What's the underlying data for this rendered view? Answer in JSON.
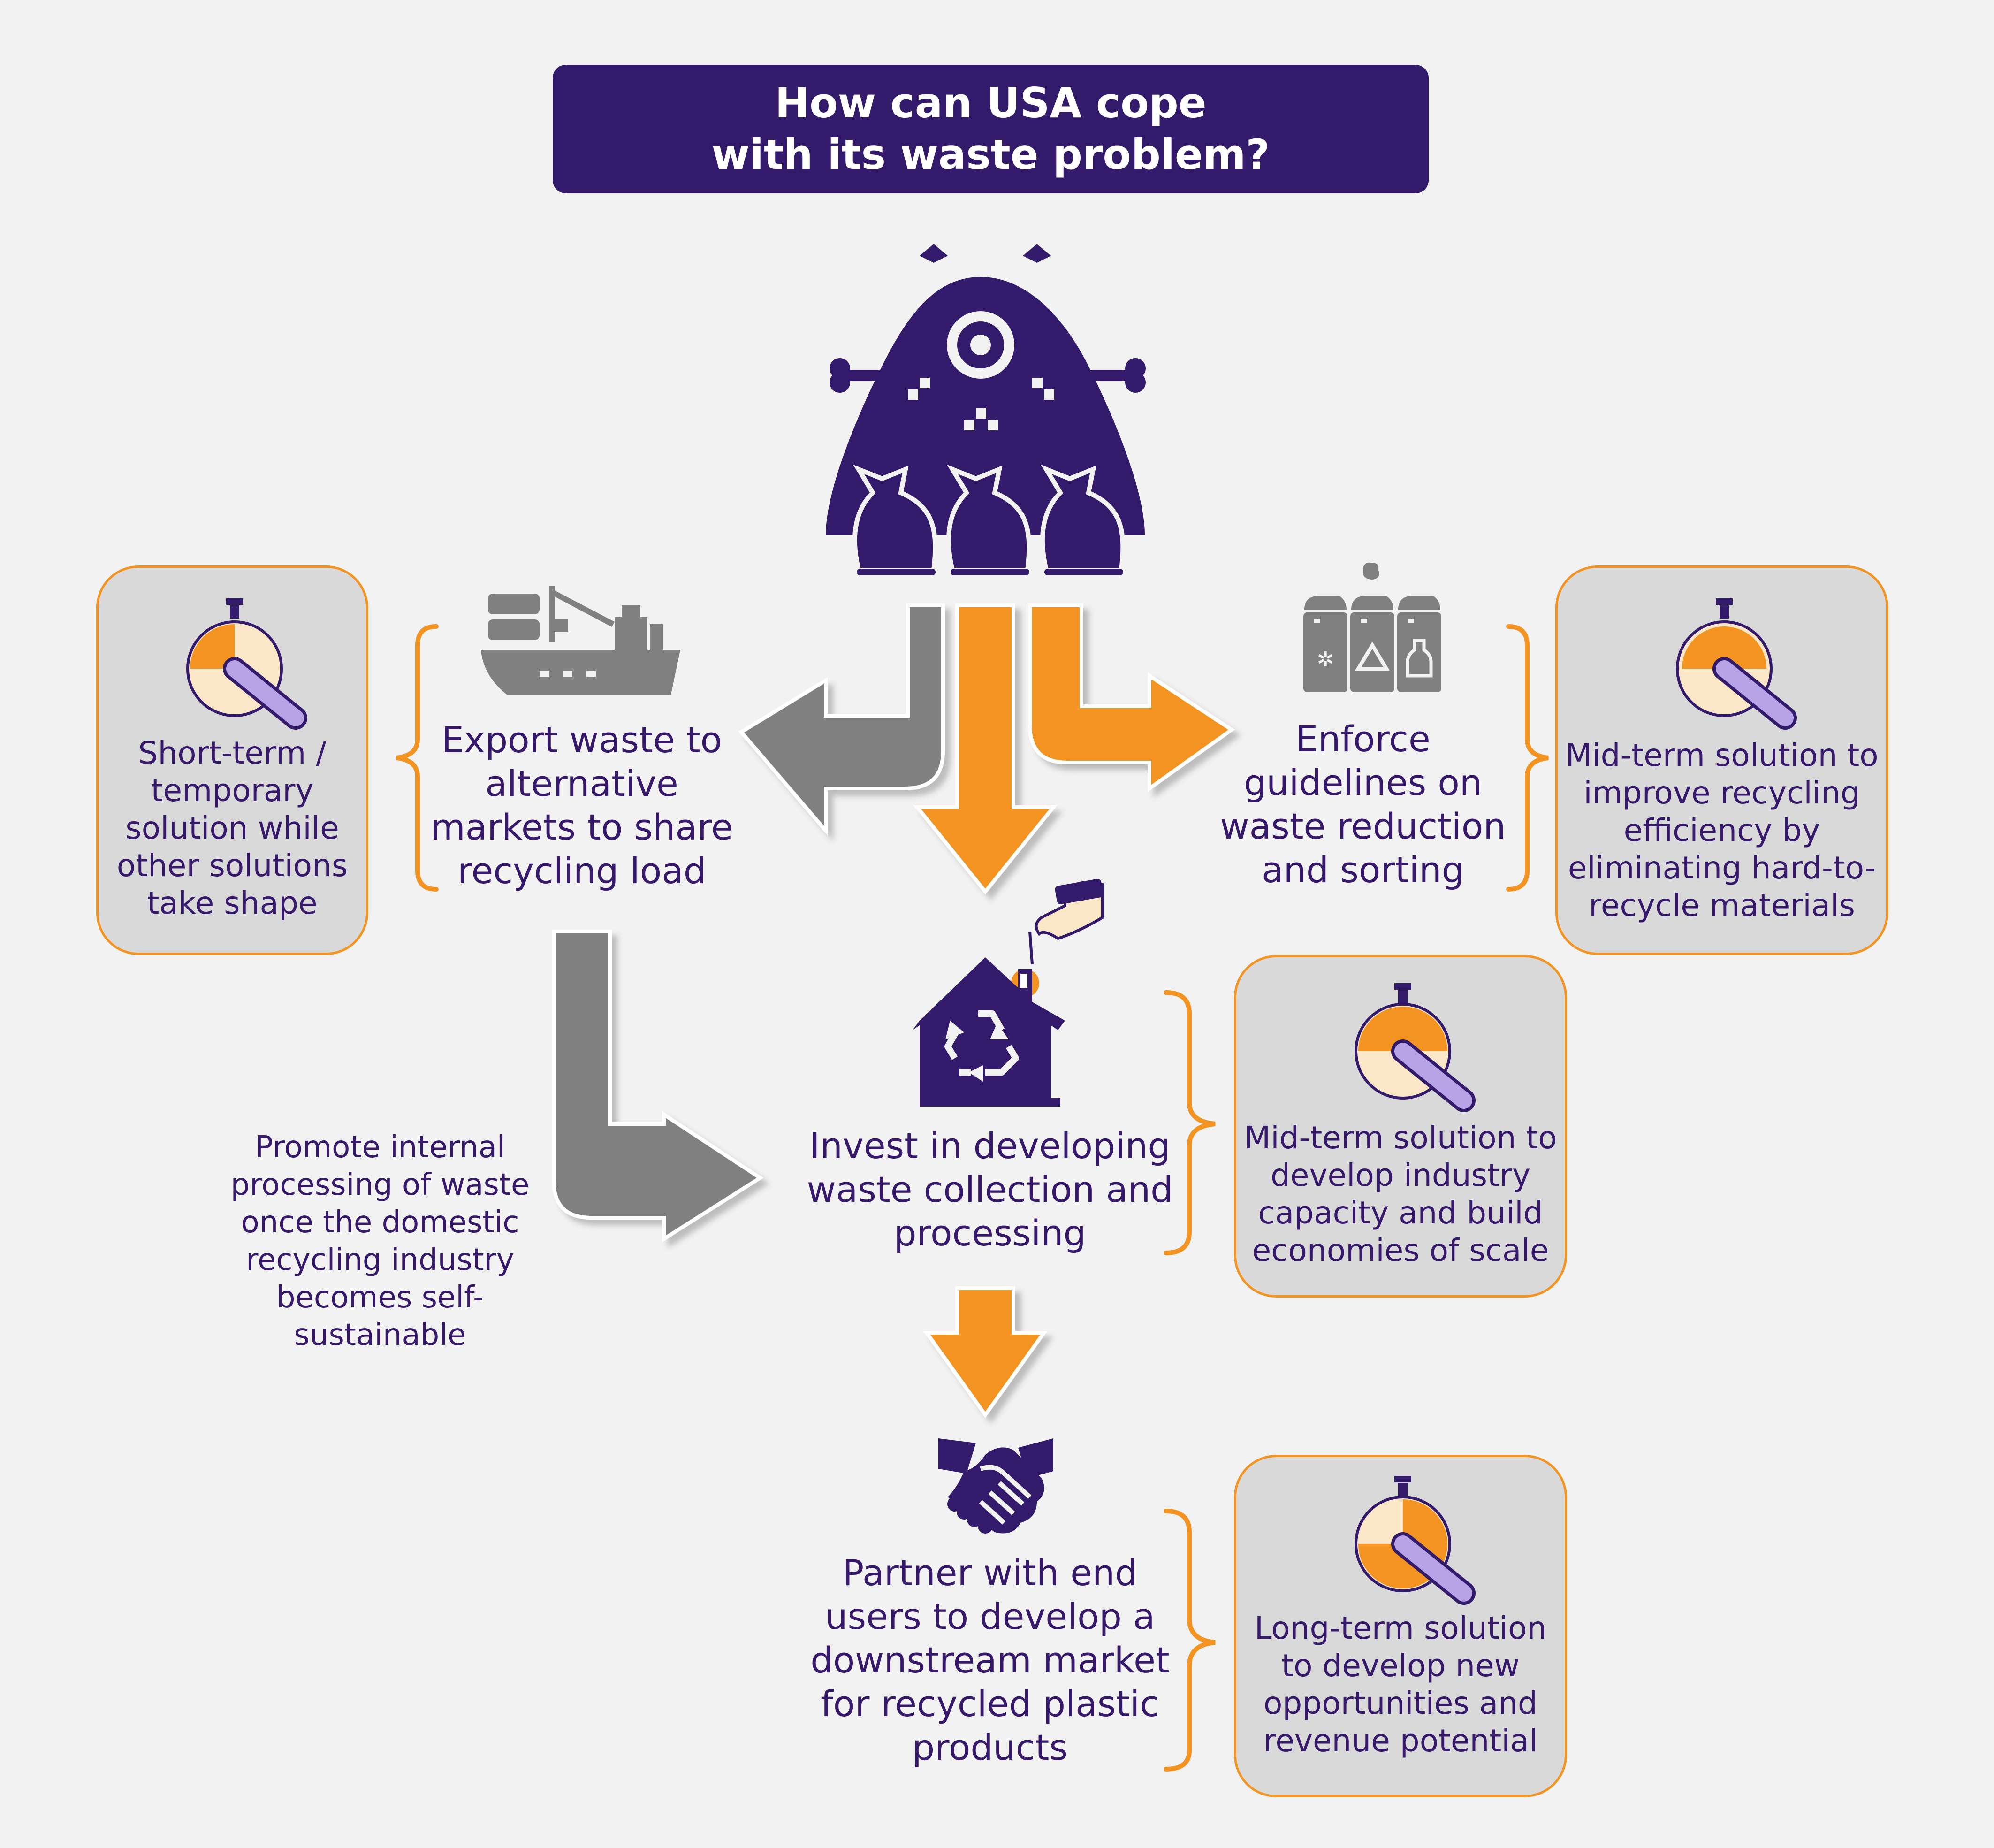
{
  "title": {
    "line1": "How can USA cope",
    "line2": "with its waste problem?"
  },
  "center_icon": "waste-monster-icon",
  "solutions": {
    "export": {
      "icon": "cargo-ship-icon",
      "label": "Export waste to\nalternative\nmarkets to share\nrecycling load",
      "note": "Short-term /\ntemporary\nsolution while\nother solutions\ntake shape"
    },
    "enforce": {
      "icon": "sorting-bins-icon",
      "label": "Enforce\nguidelines on\nwaste reduction\nand sorting",
      "note": "Mid-term solution to\nimprove recycling\nefficiency by\neliminating hard-to-\nrecycle materials"
    },
    "invest": {
      "icon": "recycling-house-icon",
      "label": "Invest in developing\nwaste collection and\nprocessing",
      "note": "Mid-term solution to\ndevelop industry\ncapacity and build\neconomies of scale"
    },
    "partner": {
      "icon": "handshake-icon",
      "label": "Partner with end\nusers to develop a\ndownstream market\nfor recycled plastic\nproducts",
      "note": "Long-term solution\nto develop new\nopportunities and\nrevenue potential"
    }
  },
  "promote_note": "Promote internal\nprocessing of waste\nonce the domestic\nrecycling industry\nbecomes self-\nsustainable",
  "colors": {
    "purple": "#341a6b",
    "orange": "#f39422",
    "gray": "#808080",
    "card_fill": "#d9d9d9",
    "background": "#f2f2f2"
  }
}
